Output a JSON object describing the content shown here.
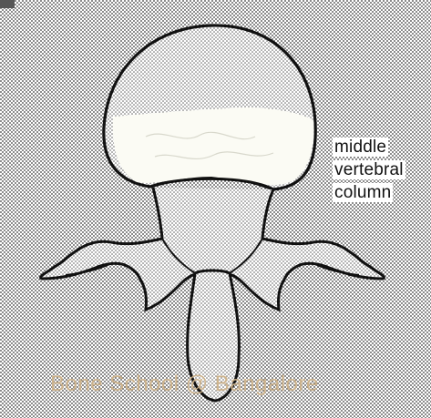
{
  "labels": {
    "line1": "middle",
    "line2": "vertebral",
    "line3": "column"
  },
  "watermark": "Bone School @ Bangalore",
  "colors": {
    "halftone_dot": "#3a3a3a",
    "outline": "#111111",
    "highlight": "#fbfbf4",
    "watermark": "#cdb28a"
  }
}
